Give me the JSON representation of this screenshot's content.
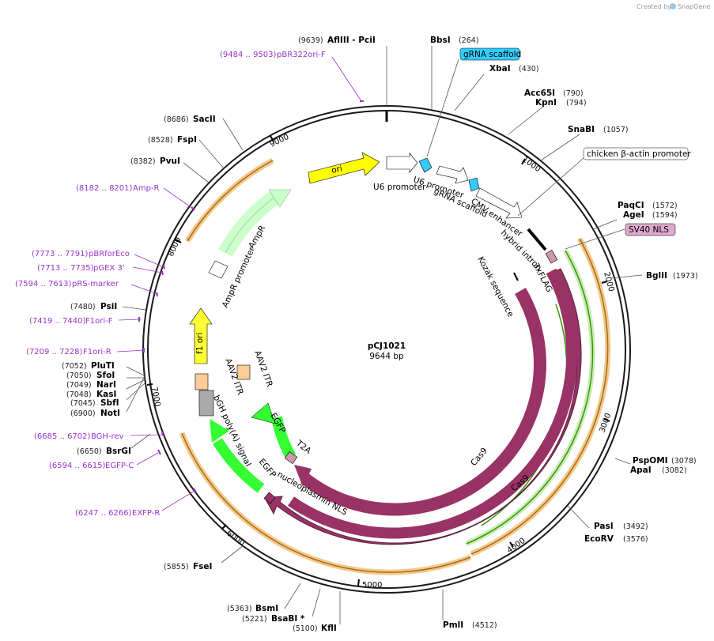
{
  "credit": {
    "prefix": "Created by",
    "brand": "SnapGene"
  },
  "plasmid": {
    "name": "pCJ1021",
    "size": "9644 bp"
  },
  "ticks": [
    "1000",
    "2000",
    "3000",
    "4000",
    "5000",
    "6000",
    "7000",
    "8000",
    "9000"
  ],
  "sites": [
    {
      "name": "AflIII  - PciI",
      "pos": "(9639)"
    },
    {
      "name": "BbsI",
      "pos": "(264)"
    },
    {
      "name": "XbaI",
      "pos": "(430)"
    },
    {
      "name": "Acc65I",
      "pos": "(790)"
    },
    {
      "name": "KpnI",
      "pos": "(794)"
    },
    {
      "name": "SnaBI",
      "pos": "(1057)"
    },
    {
      "name": "PaqCI",
      "pos": "(1572)"
    },
    {
      "name": "AgeI",
      "pos": "(1594)"
    },
    {
      "name": "BglII",
      "pos": "(1973)"
    },
    {
      "name": "PspOMI",
      "pos": "(3078)"
    },
    {
      "name": "ApaI",
      "pos": "(3082)"
    },
    {
      "name": "PasI",
      "pos": "(3492)"
    },
    {
      "name": "EcoRV",
      "pos": "(3576)"
    },
    {
      "name": "PmlI",
      "pos": "(4512)"
    },
    {
      "name": "KflI",
      "pos": "(5100)"
    },
    {
      "name": "BsaBI *",
      "pos": "(5221)"
    },
    {
      "name": "BsmI",
      "pos": "(5363)"
    },
    {
      "name": "FseI",
      "pos": "(5855)"
    },
    {
      "name": "BsrGI",
      "pos": "(6650)"
    },
    {
      "name": "NotI",
      "pos": "(6900)"
    },
    {
      "name": "SbfI",
      "pos": "(7045)"
    },
    {
      "name": "KasI",
      "pos": "(7048)"
    },
    {
      "name": "NarI",
      "pos": "(7049)"
    },
    {
      "name": "SfoI",
      "pos": "(7050)"
    },
    {
      "name": "PluTI",
      "pos": "(7052)"
    },
    {
      "name": "PsiI",
      "pos": "(7480)"
    },
    {
      "name": "PvuI",
      "pos": "(8382)"
    },
    {
      "name": "FspI",
      "pos": "(8528)"
    },
    {
      "name": "SacII",
      "pos": "(8686)"
    }
  ],
  "primers": [
    {
      "name": "pBR322ori-F",
      "range": "(9484 .. 9503)"
    },
    {
      "name": "Amp-R",
      "range": "(8182 .. 8201)"
    },
    {
      "name": "pBRforEco",
      "range": "(7773 .. 7791)"
    },
    {
      "name": "pGEX 3'",
      "range": "(7713 .. 7735)"
    },
    {
      "name": "pRS-marker",
      "range": "(7594 .. 7613)"
    },
    {
      "name": "F1ori-F",
      "range": "(7419 .. 7440)"
    },
    {
      "name": "F1ori-R",
      "range": "(7209 .. 7228)"
    },
    {
      "name": "BGH-rev",
      "range": "(6685 .. 6702)"
    },
    {
      "name": "EGFP-C",
      "range": "(6594 .. 6615)"
    },
    {
      "name": "EXFP-R",
      "range": "(6247 .. 6266)"
    }
  ],
  "boxed": {
    "grna_scaffold": "gRNA scaffold",
    "chicken_actin": "chicken β-actin promoter",
    "sv40_nls": "SV40 NLS"
  },
  "features": {
    "ori": "ori",
    "u6_promoter": "U6 promoter",
    "grna_scaffold": "gRNA scaffold",
    "cmv_enhancer": "CMV enhancer",
    "hybrid_intron": "hybrid intron",
    "flag": "3xFLAG",
    "kozak": "Kozak sequence",
    "cas9": "Cas9",
    "t2a": "T2A",
    "egfp": "EGFP",
    "nucleoplasmin": "nucleoplasmin NLS",
    "bgh": "bGH poly(A) signal",
    "aav2_itr": "AAV2 ITR",
    "f1_ori": "f1 ori",
    "ampr": "AmpR",
    "ampr_promoter": "AmpR promoter"
  },
  "colors": {
    "backbone": "#1a1a1a",
    "ori": "#ffff00",
    "cas9": "#993366",
    "egfp": "#00ff00",
    "grna": "#33ccff",
    "ampr": "#ccffcc",
    "itr": "#ffcc99",
    "bgh": "#aaaaaa",
    "primer": "#9933cc",
    "orange_arc": "#e8a84a",
    "green_arc": "#339900"
  }
}
